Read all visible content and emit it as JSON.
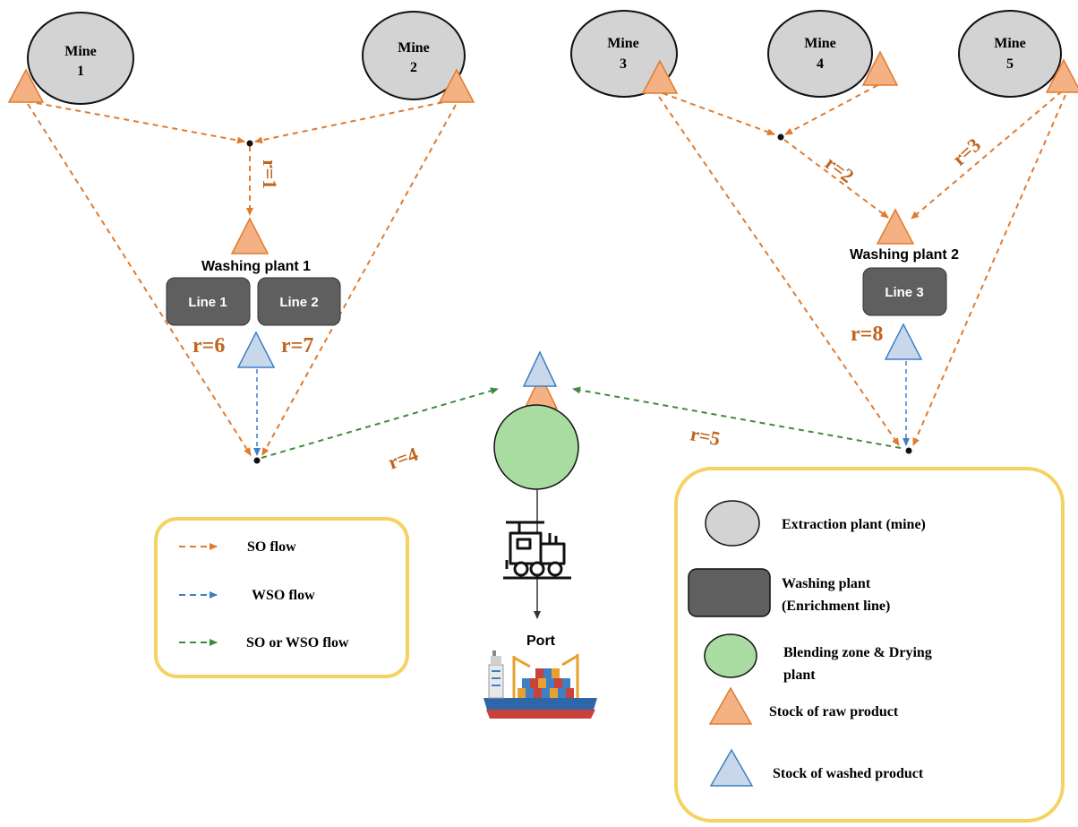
{
  "mines": [
    {
      "name": "Mine",
      "number": "1"
    },
    {
      "name": "Mine",
      "number": "2"
    },
    {
      "name": "Mine",
      "number": "3"
    },
    {
      "name": "Mine",
      "number": "4"
    },
    {
      "name": "Mine",
      "number": "5"
    }
  ],
  "washing_plants": [
    {
      "title": "Washing plant 1",
      "lines": [
        "Line 1",
        "Line 2"
      ]
    },
    {
      "title": "Washing plant 2",
      "lines": [
        "Line 3"
      ]
    }
  ],
  "routes": [
    "r=1",
    "r=2",
    "r=3",
    "r=4",
    "r=5",
    "r=6",
    "r=7",
    "r=8"
  ],
  "port_label": "Port",
  "flow_legend": [
    {
      "label": "SO flow",
      "color": "#e07b2e"
    },
    {
      "label": "WSO flow",
      "color": "#3f7fc4"
    },
    {
      "label": "SO or WSO flow",
      "color": "#3e8a3e"
    }
  ],
  "symbol_legend": [
    {
      "icon": "mine-circle",
      "label_lines": [
        "Extraction plant (mine)"
      ]
    },
    {
      "icon": "washing-plant-rect",
      "label_lines": [
        "Washing plant",
        "(Enrichment line)"
      ]
    },
    {
      "icon": "blending-circle",
      "label_lines": [
        "Blending zone & Drying",
        "plant"
      ]
    },
    {
      "icon": "raw-stock-triangle",
      "label_lines": [
        "Stock of raw product"
      ]
    },
    {
      "icon": "washed-stock-triangle",
      "label_lines": [
        "Stock of washed product"
      ]
    }
  ],
  "colors": {
    "so_flow": "#e07b2e",
    "wso_flow": "#3f7fc4",
    "mixed_flow": "#3e8a3e",
    "route_label": "#c0641e",
    "mine_fill": "#d3d3d3",
    "plant_fill": "#5f5f5f",
    "blending_fill": "#a9dca0",
    "raw_stock_fill": "#f4b183",
    "washed_stock_fill": "#c9d7ea",
    "legend_border": "#f5d264"
  }
}
